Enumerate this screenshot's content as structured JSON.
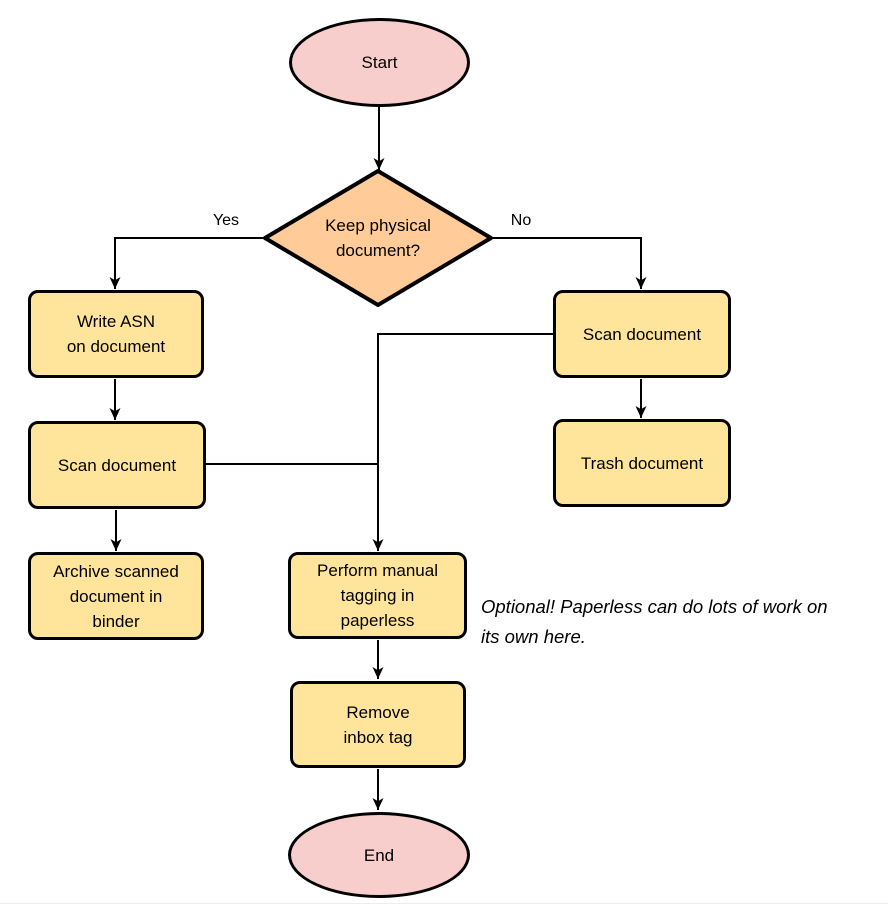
{
  "colors": {
    "pink": "#f8cecc",
    "orange": "#ffcc99",
    "yellow": "#ffe49b",
    "stroke": "#000000",
    "background": "#ffffff"
  },
  "nodes": {
    "start": {
      "label": [
        "Start"
      ]
    },
    "decision": {
      "label": [
        "Keep physical",
        "document?"
      ]
    },
    "write_asn": {
      "label": [
        "Write ASN",
        "on document"
      ]
    },
    "scan_left": {
      "label": [
        "Scan document"
      ]
    },
    "archive": {
      "label": [
        "Archive scanned",
        "document in",
        "binder"
      ]
    },
    "scan_right": {
      "label": [
        "Scan document"
      ]
    },
    "trash": {
      "label": [
        "Trash document"
      ]
    },
    "tagging": {
      "label": [
        "Perform manual",
        "tagging in",
        "paperless"
      ]
    },
    "remove_inbox": {
      "label": [
        "Remove",
        "inbox tag"
      ]
    },
    "end": {
      "label": [
        "End"
      ]
    }
  },
  "edge_labels": {
    "yes": "Yes",
    "no": "No"
  },
  "note": {
    "lines": [
      "Optional! Paperless can do lots of work on",
      "its own here."
    ]
  }
}
